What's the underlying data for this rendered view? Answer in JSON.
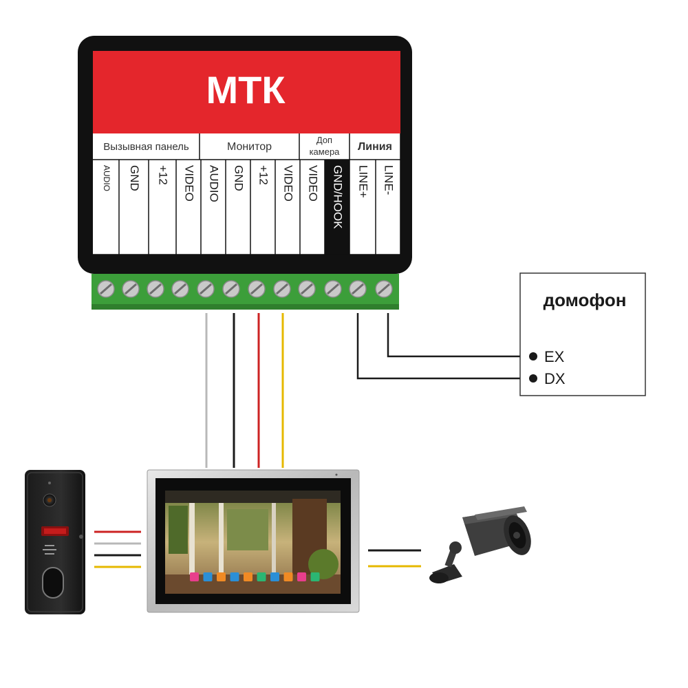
{
  "module": {
    "title": "МТК",
    "groups": {
      "panel": "Вызывная панель",
      "monitor": "Монитор",
      "extra_camera_line1": "Доп",
      "extra_camera_line2": "камера",
      "line": "Линия"
    },
    "terminals": [
      "AUDIO",
      "GND",
      "+12",
      "VIDEO",
      "AUDIO",
      "GND",
      "+12",
      "VIDEO",
      "VIDEO",
      "GND/HOOK",
      "LINE+",
      "LINE-"
    ]
  },
  "intercom": {
    "label": "домофон",
    "ex": "EX",
    "dx": "DX"
  },
  "colors": {
    "red_label": "#e4262c",
    "terminal_green": "#3c9e3a",
    "wire_audio": "#b8b8b8",
    "wire_gnd": "#1a1a1a",
    "wire_power": "#cc2222",
    "wire_video": "#e6b800"
  },
  "icons": [
    "door-panel",
    "video-monitor",
    "cctv-camera"
  ]
}
